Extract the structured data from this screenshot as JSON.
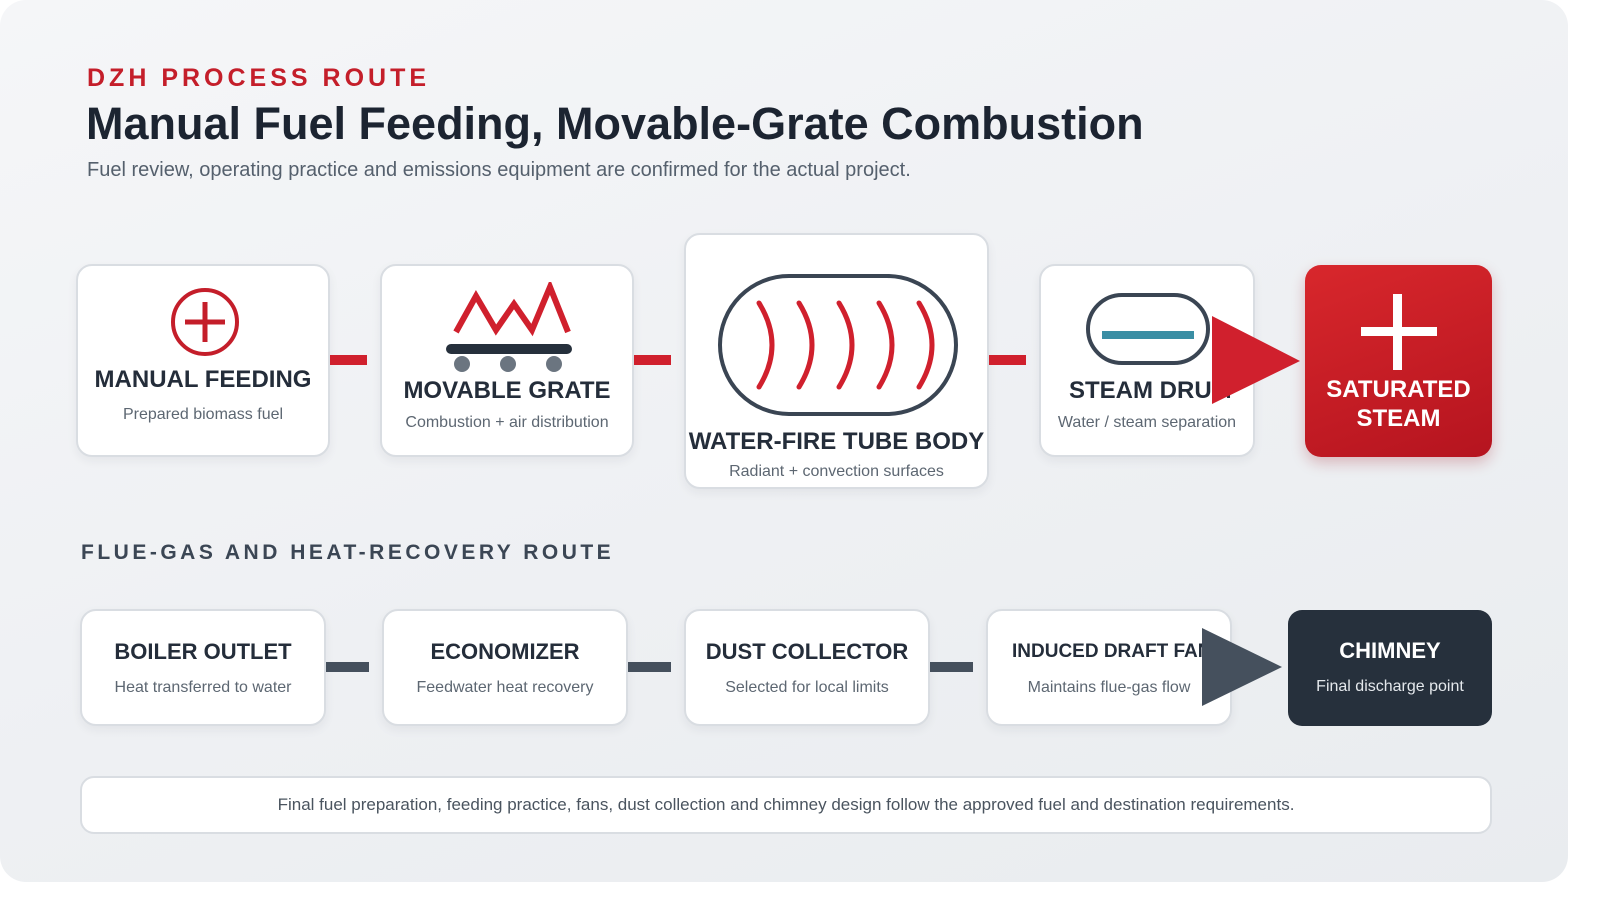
{
  "header": {
    "eyebrow": "DZH PROCESS ROUTE",
    "title": "Manual Fuel Feeding, Movable-Grate Combustion",
    "subtitle": "Fuel review, operating practice and emissions equipment are confirmed for the actual project."
  },
  "steam_route": {
    "steps": [
      {
        "label": "MANUAL FEEDING",
        "sub": "Prepared biomass fuel",
        "icon": "plus-circle-icon"
      },
      {
        "label": "MOVABLE GRATE",
        "sub": "Combustion + air distribution",
        "icon": "grate-flame-icon"
      },
      {
        "label": "WATER-FIRE TUBE BODY",
        "sub": "Radiant + convection surfaces",
        "icon": "heat-waves-icon"
      },
      {
        "label": "STEAM DRUM",
        "sub": "Water / steam separation",
        "icon": "drum-icon"
      }
    ],
    "output": {
      "label_line1": "SATURATED",
      "label_line2": "STEAM",
      "icon": "plus-icon"
    }
  },
  "flue_route": {
    "heading": "FLUE-GAS AND HEAT-RECOVERY ROUTE",
    "steps": [
      {
        "label": "BOILER OUTLET",
        "sub": "Heat transferred to water"
      },
      {
        "label": "ECONOMIZER",
        "sub": "Feedwater heat recovery"
      },
      {
        "label": "DUST COLLECTOR",
        "sub": "Selected for local limits"
      },
      {
        "label": "INDUCED DRAFT FAN",
        "sub": "Maintains flue-gas flow"
      }
    ],
    "output": {
      "label": "CHIMNEY",
      "sub": "Final discharge point"
    }
  },
  "footer": {
    "note": "Final fuel preparation, feeding practice, fans, dust collection and chimney design follow the approved fuel and destination requirements."
  },
  "colors": {
    "accent_red": "#c41e2a",
    "dark_slate": "#26303c",
    "connector_gray": "#45505d",
    "drum_teal": "#3a8ea4"
  }
}
